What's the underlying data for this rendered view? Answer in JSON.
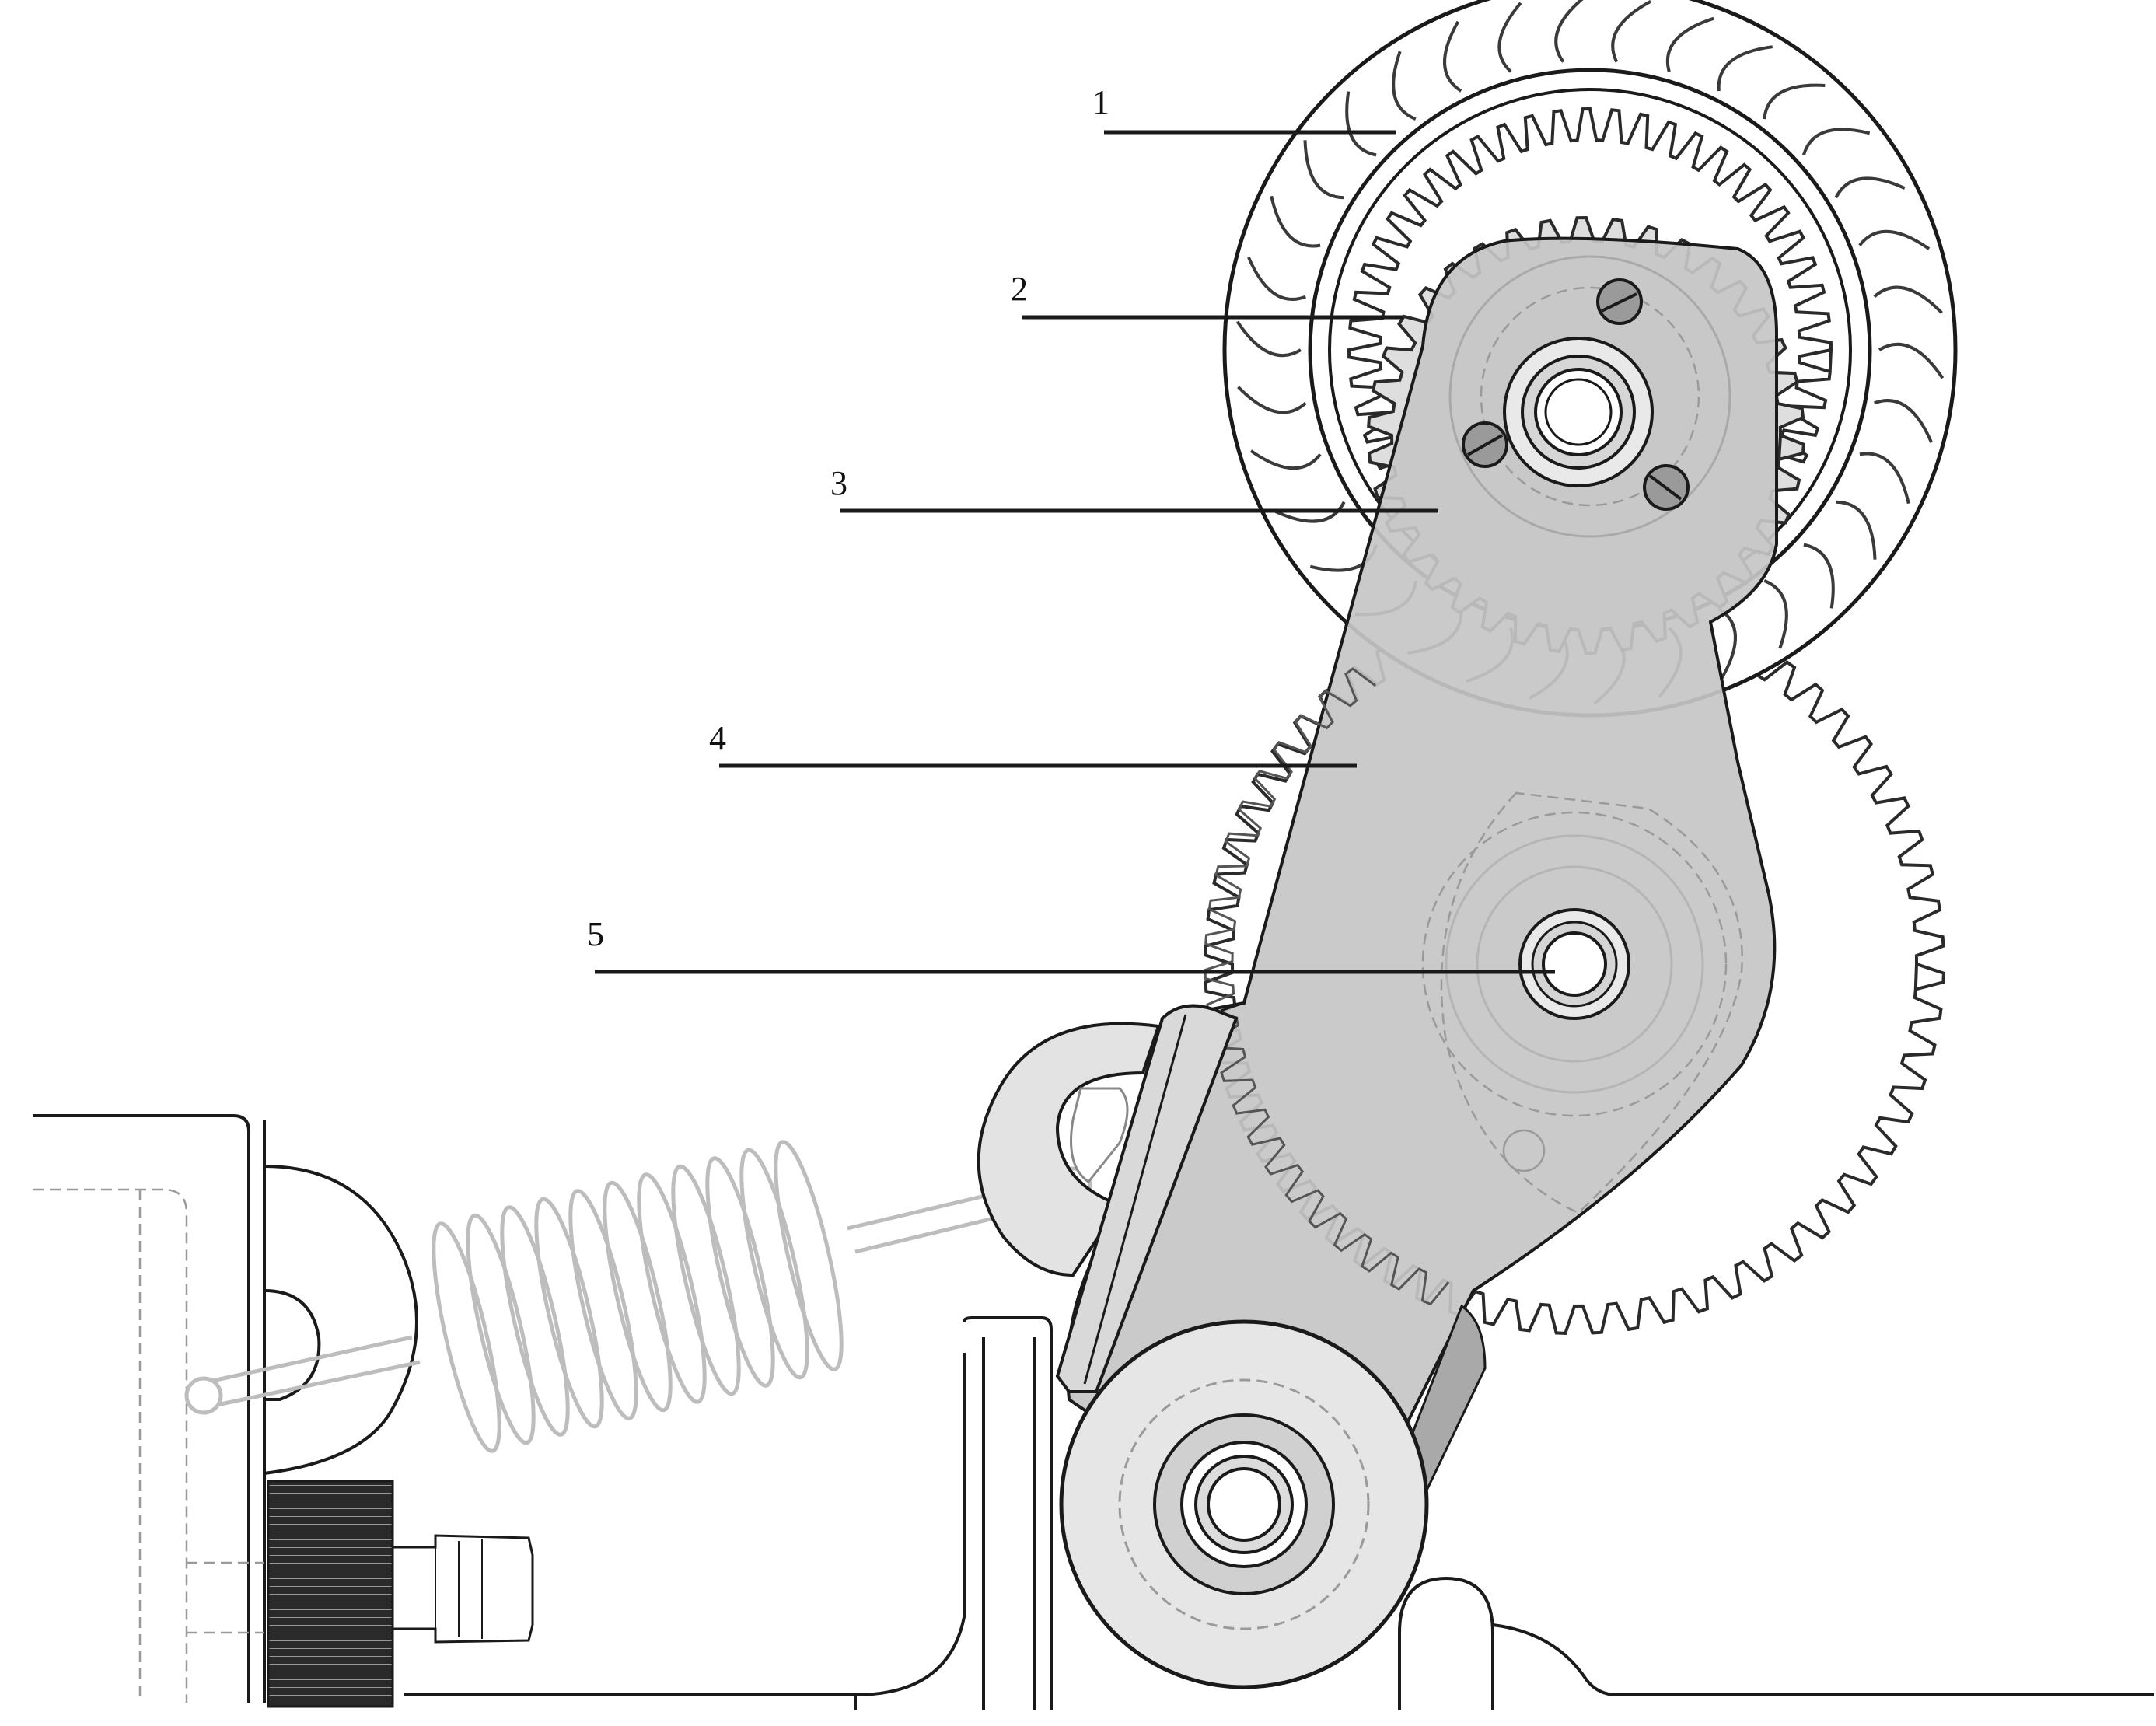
{
  "diagram": {
    "callouts": [
      {
        "id": "1",
        "label": "1"
      },
      {
        "id": "2",
        "label": "2"
      },
      {
        "id": "3",
        "label": "3"
      },
      {
        "id": "4",
        "label": "4"
      },
      {
        "id": "5",
        "label": "5"
      }
    ],
    "colors": {
      "line": "#1a1a1a",
      "arm_fill": "#c6c6c6",
      "ghost_line": "#bdbdbd",
      "background": "#ffffff"
    }
  }
}
